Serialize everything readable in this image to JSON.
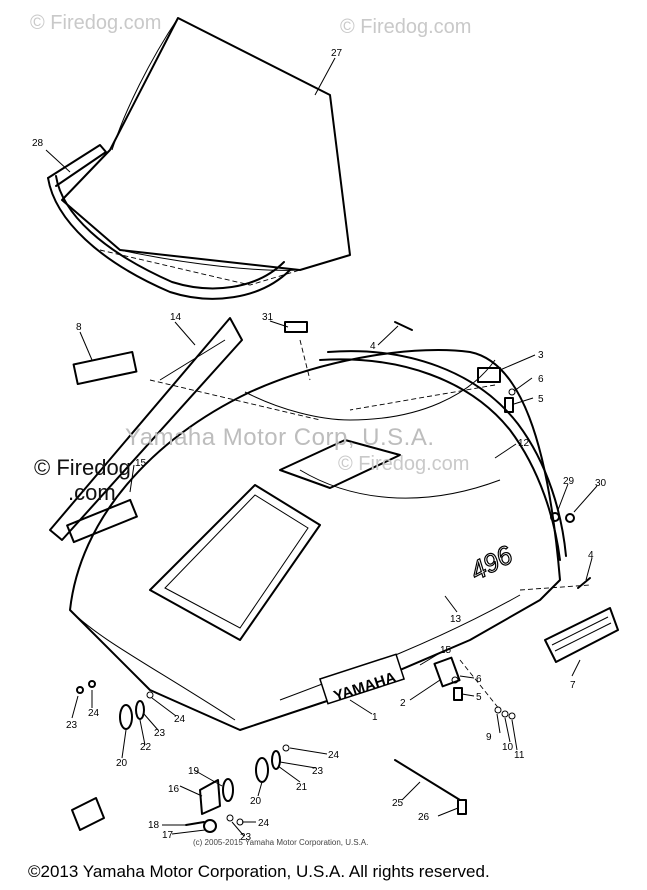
{
  "watermarks": {
    "top_left": "© Firedog.com",
    "top_right": "© Firedog.com",
    "middle": "© Firedog.com",
    "band": "Yamaha Motor Corp, U.S.A.",
    "side_a": "© Firedog",
    "side_b": ".com"
  },
  "decals": {
    "brand": "YAMAHA",
    "model": "496"
  },
  "small_copyright": "(c) 2005-2015 Yamaha Motor Corporation, U.S.A.",
  "footer": "©2013 Yamaha Motor Corporation, U.S.A. All rights reserved.",
  "callouts": {
    "c27": "27",
    "c28a": "28",
    "c8": "8",
    "c14": "14",
    "c31": "31",
    "c4a": "4",
    "c3": "3",
    "c6a": "6",
    "c5a": "5",
    "c12": "12",
    "c15a": "15",
    "c29": "29",
    "c30": "30",
    "c4b": "4",
    "c13": "13",
    "c7": "7",
    "c15b": "15",
    "c6b": "6",
    "c2": "2",
    "c5b": "5",
    "c1": "1",
    "c23a": "23",
    "c24a": "24",
    "c22": "22",
    "c23b": "23",
    "c24b": "24",
    "c20a": "20",
    "c9": "9",
    "c10": "10",
    "c11": "11",
    "c24c": "24",
    "c23c": "23",
    "c21": "21",
    "c20b": "20",
    "c19": "19",
    "c16": "16",
    "c24d": "24",
    "c18": "18",
    "c17": "17",
    "c23d": "23",
    "c25": "25",
    "c26": "26"
  }
}
